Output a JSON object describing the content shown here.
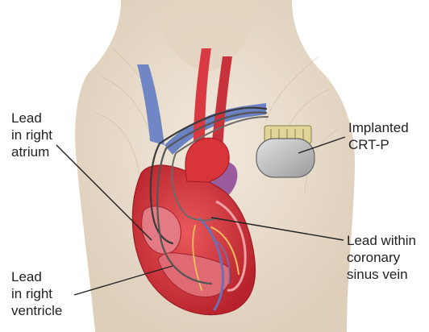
{
  "labels": {
    "right_atrium": [
      "Lead",
      "in right",
      "atrium"
    ],
    "right_ventricle": [
      "Lead",
      "in right",
      "ventricle"
    ],
    "crt_p": [
      "Implanted",
      "CRT-P"
    ],
    "coronary_sinus": [
      "Lead within",
      "coronary",
      "sinus vein"
    ]
  },
  "colors": {
    "skin": "#e9dccb",
    "heart_red": "#d8343a",
    "vein_blue": "#6f86c4",
    "artery_purple": "#9b5c9d",
    "device_gray": "#bdbdbd",
    "leader_line": "#222222"
  }
}
